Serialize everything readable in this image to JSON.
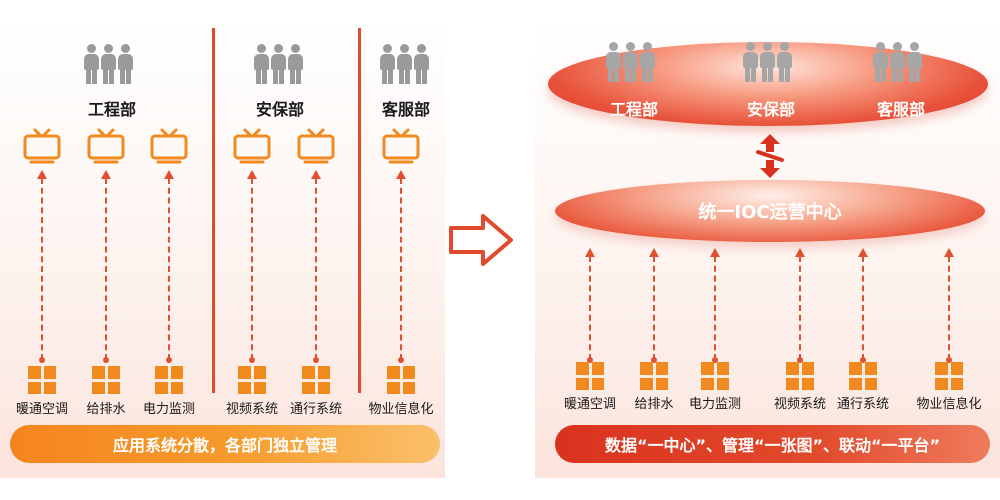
{
  "left": {
    "departments": [
      {
        "name": "工程部",
        "systems": [
          "暖通空调",
          "给排水",
          "电力监测"
        ]
      },
      {
        "name": "安保部",
        "systems": [
          "视频系统",
          "通行系统"
        ]
      },
      {
        "name": "客服部",
        "systems": [
          "物业信息化"
        ]
      }
    ],
    "banner": "应用系统分散，各部门独立管理"
  },
  "right": {
    "departments": [
      "工程部",
      "安保部",
      "客服部"
    ],
    "center_title": "统一IOC运营中心",
    "systems": [
      "暖通空调",
      "给排水",
      "电力监测",
      "视频系统",
      "通行系统",
      "物业信息化"
    ],
    "banner": "数据“一中心”、管理“一张图”、联动“一平台”"
  },
  "colors": {
    "accent_red": "#e24a2c",
    "accent_orange": "#f08a1e",
    "people_gray": "#9a9a9a"
  },
  "icons": [
    "people-icon",
    "tv-icon",
    "grid-icon",
    "right-arrow-icon",
    "swap-arrow-icon"
  ]
}
